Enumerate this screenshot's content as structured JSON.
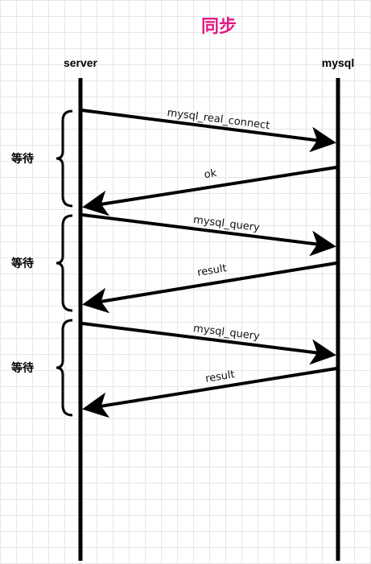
{
  "title": "同步",
  "actors": {
    "left": "server",
    "right": "mysql"
  },
  "messages": [
    {
      "label": "mysql_real_connect",
      "from": "server",
      "to": "mysql"
    },
    {
      "label": "ok",
      "from": "mysql",
      "to": "server"
    },
    {
      "label": "mysql_query",
      "from": "server",
      "to": "mysql"
    },
    {
      "label": "result",
      "from": "mysql",
      "to": "server"
    },
    {
      "label": "mysql_query",
      "from": "server",
      "to": "mysql"
    },
    {
      "label": "result",
      "from": "mysql",
      "to": "server"
    }
  ],
  "waits": [
    "等待",
    "等待",
    "等待"
  ]
}
